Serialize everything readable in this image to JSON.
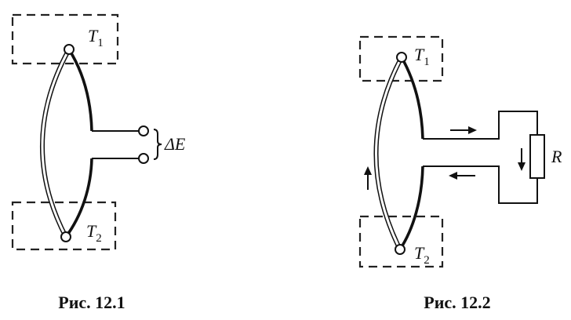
{
  "figures": [
    {
      "caption": "Рис. 12.1",
      "hot_label": "T",
      "hot_sub": "1",
      "cold_label": "T",
      "cold_sub": "2",
      "emf_label": "ΔE"
    },
    {
      "caption": "Рис. 12.2",
      "hot_label": "T",
      "hot_sub": "1",
      "cold_label": "T",
      "cold_sub": "2",
      "resistor_label": "R"
    }
  ],
  "colors": {
    "ink": "#111111",
    "background": "#ffffff"
  },
  "icons": [
    "current-arrow-icon",
    "resistor-icon",
    "junction-icon",
    "brace-icon"
  ]
}
